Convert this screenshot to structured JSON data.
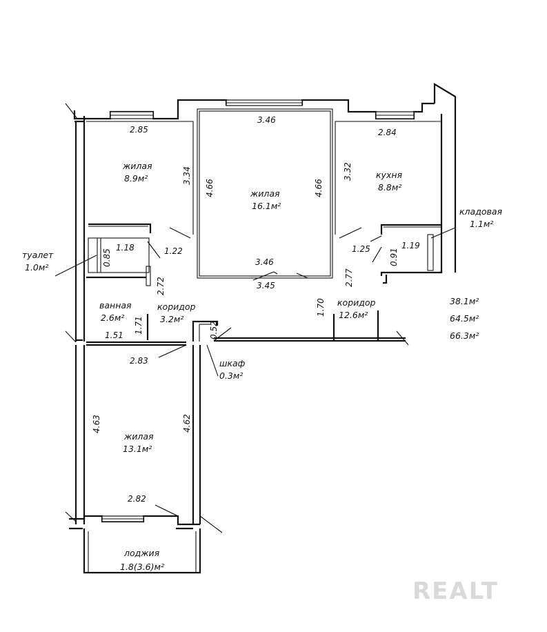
{
  "rooms": {
    "room_nw": {
      "name": "жилая",
      "area": "8.9м²"
    },
    "room_center": {
      "name": "жилая",
      "area": "16.1м²"
    },
    "kitchen": {
      "name": "кухня",
      "area": "8.8м²"
    },
    "pantry": {
      "name": "кладовая",
      "area": "1.1м²"
    },
    "toilet": {
      "name": "туалет",
      "area": "1.0м²"
    },
    "bathroom": {
      "name": "ванная",
      "area": "2.6м²"
    },
    "corridor_small": {
      "name": "коридор",
      "area": "3.2м²"
    },
    "corridor_large": {
      "name": "коридор",
      "area": "12.6м²"
    },
    "closet": {
      "name": "шкаф",
      "area": "0.3м²"
    },
    "room_sw": {
      "name": "жилая",
      "area": "13.1м²"
    },
    "loggia": {
      "name": "лоджия",
      "area": "1.8(3.6)м²"
    }
  },
  "dimensions": {
    "nw_top": "2.85",
    "nw_side": "3.34",
    "center_top": "3.46",
    "center_left": "4.66",
    "center_right": "4.66",
    "center_bottom_a": "3.46",
    "center_bottom_b": "3.45",
    "kitchen_top": "2.84",
    "kitchen_side": "3.32",
    "toilet_w": "1.18",
    "toilet_h": "0.85",
    "door_122": "1.22",
    "corridor_small_h": "2.72",
    "bath_w": "1.51",
    "bath_h": "1.71",
    "closet_dim": "0.52",
    "corridor_large_h": "1.70",
    "corridor_large_side": "2.77",
    "d_125": "1.25",
    "d_091": "0.91",
    "d_119": "1.19",
    "sw_top": "2.83",
    "sw_left": "4.63",
    "sw_right": "4.62",
    "sw_bottom": "2.82"
  },
  "totals": {
    "living": "38.1м²",
    "total": "64.5м²",
    "total_with_loggia": "66.3м²"
  },
  "watermark": "REALT"
}
